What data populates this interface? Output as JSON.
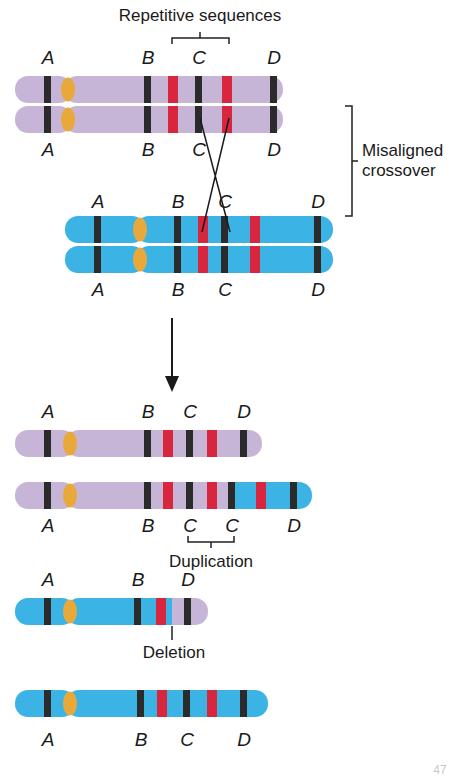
{
  "diagram": {
    "labels": [
      "Repetitive sequences",
      "A",
      "B",
      "C",
      "D",
      "A",
      "B",
      "C",
      "D",
      "Misaligned crossover",
      "A",
      "B",
      "C",
      "D",
      "A",
      "B",
      "C",
      "D",
      "A",
      "B",
      "C",
      "D",
      "A",
      "B",
      "C",
      "C",
      "D",
      "Duplication",
      "A",
      "B",
      "D",
      "Deletion",
      "A",
      "B",
      "C",
      "D",
      "47"
    ]
  }
}
